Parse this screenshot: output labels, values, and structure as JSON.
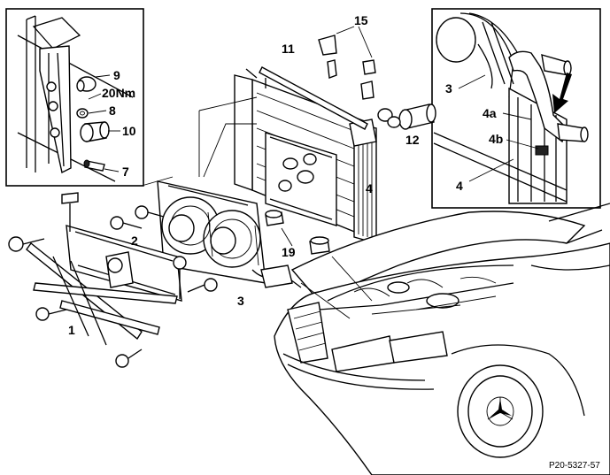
{
  "drawing_code": "P20-5327-57",
  "callouts": {
    "c1": "1",
    "c2": "2",
    "c3": "3",
    "c4": "4",
    "c7": "7",
    "c8": "8",
    "c9": "9",
    "c10": "10",
    "c11": "11",
    "c12": "12",
    "c15": "15",
    "c19": "19",
    "torque": "20Nm"
  },
  "inset_right": {
    "c3": "3",
    "c4a": "4a",
    "c4b": "4b",
    "c4": "4"
  }
}
